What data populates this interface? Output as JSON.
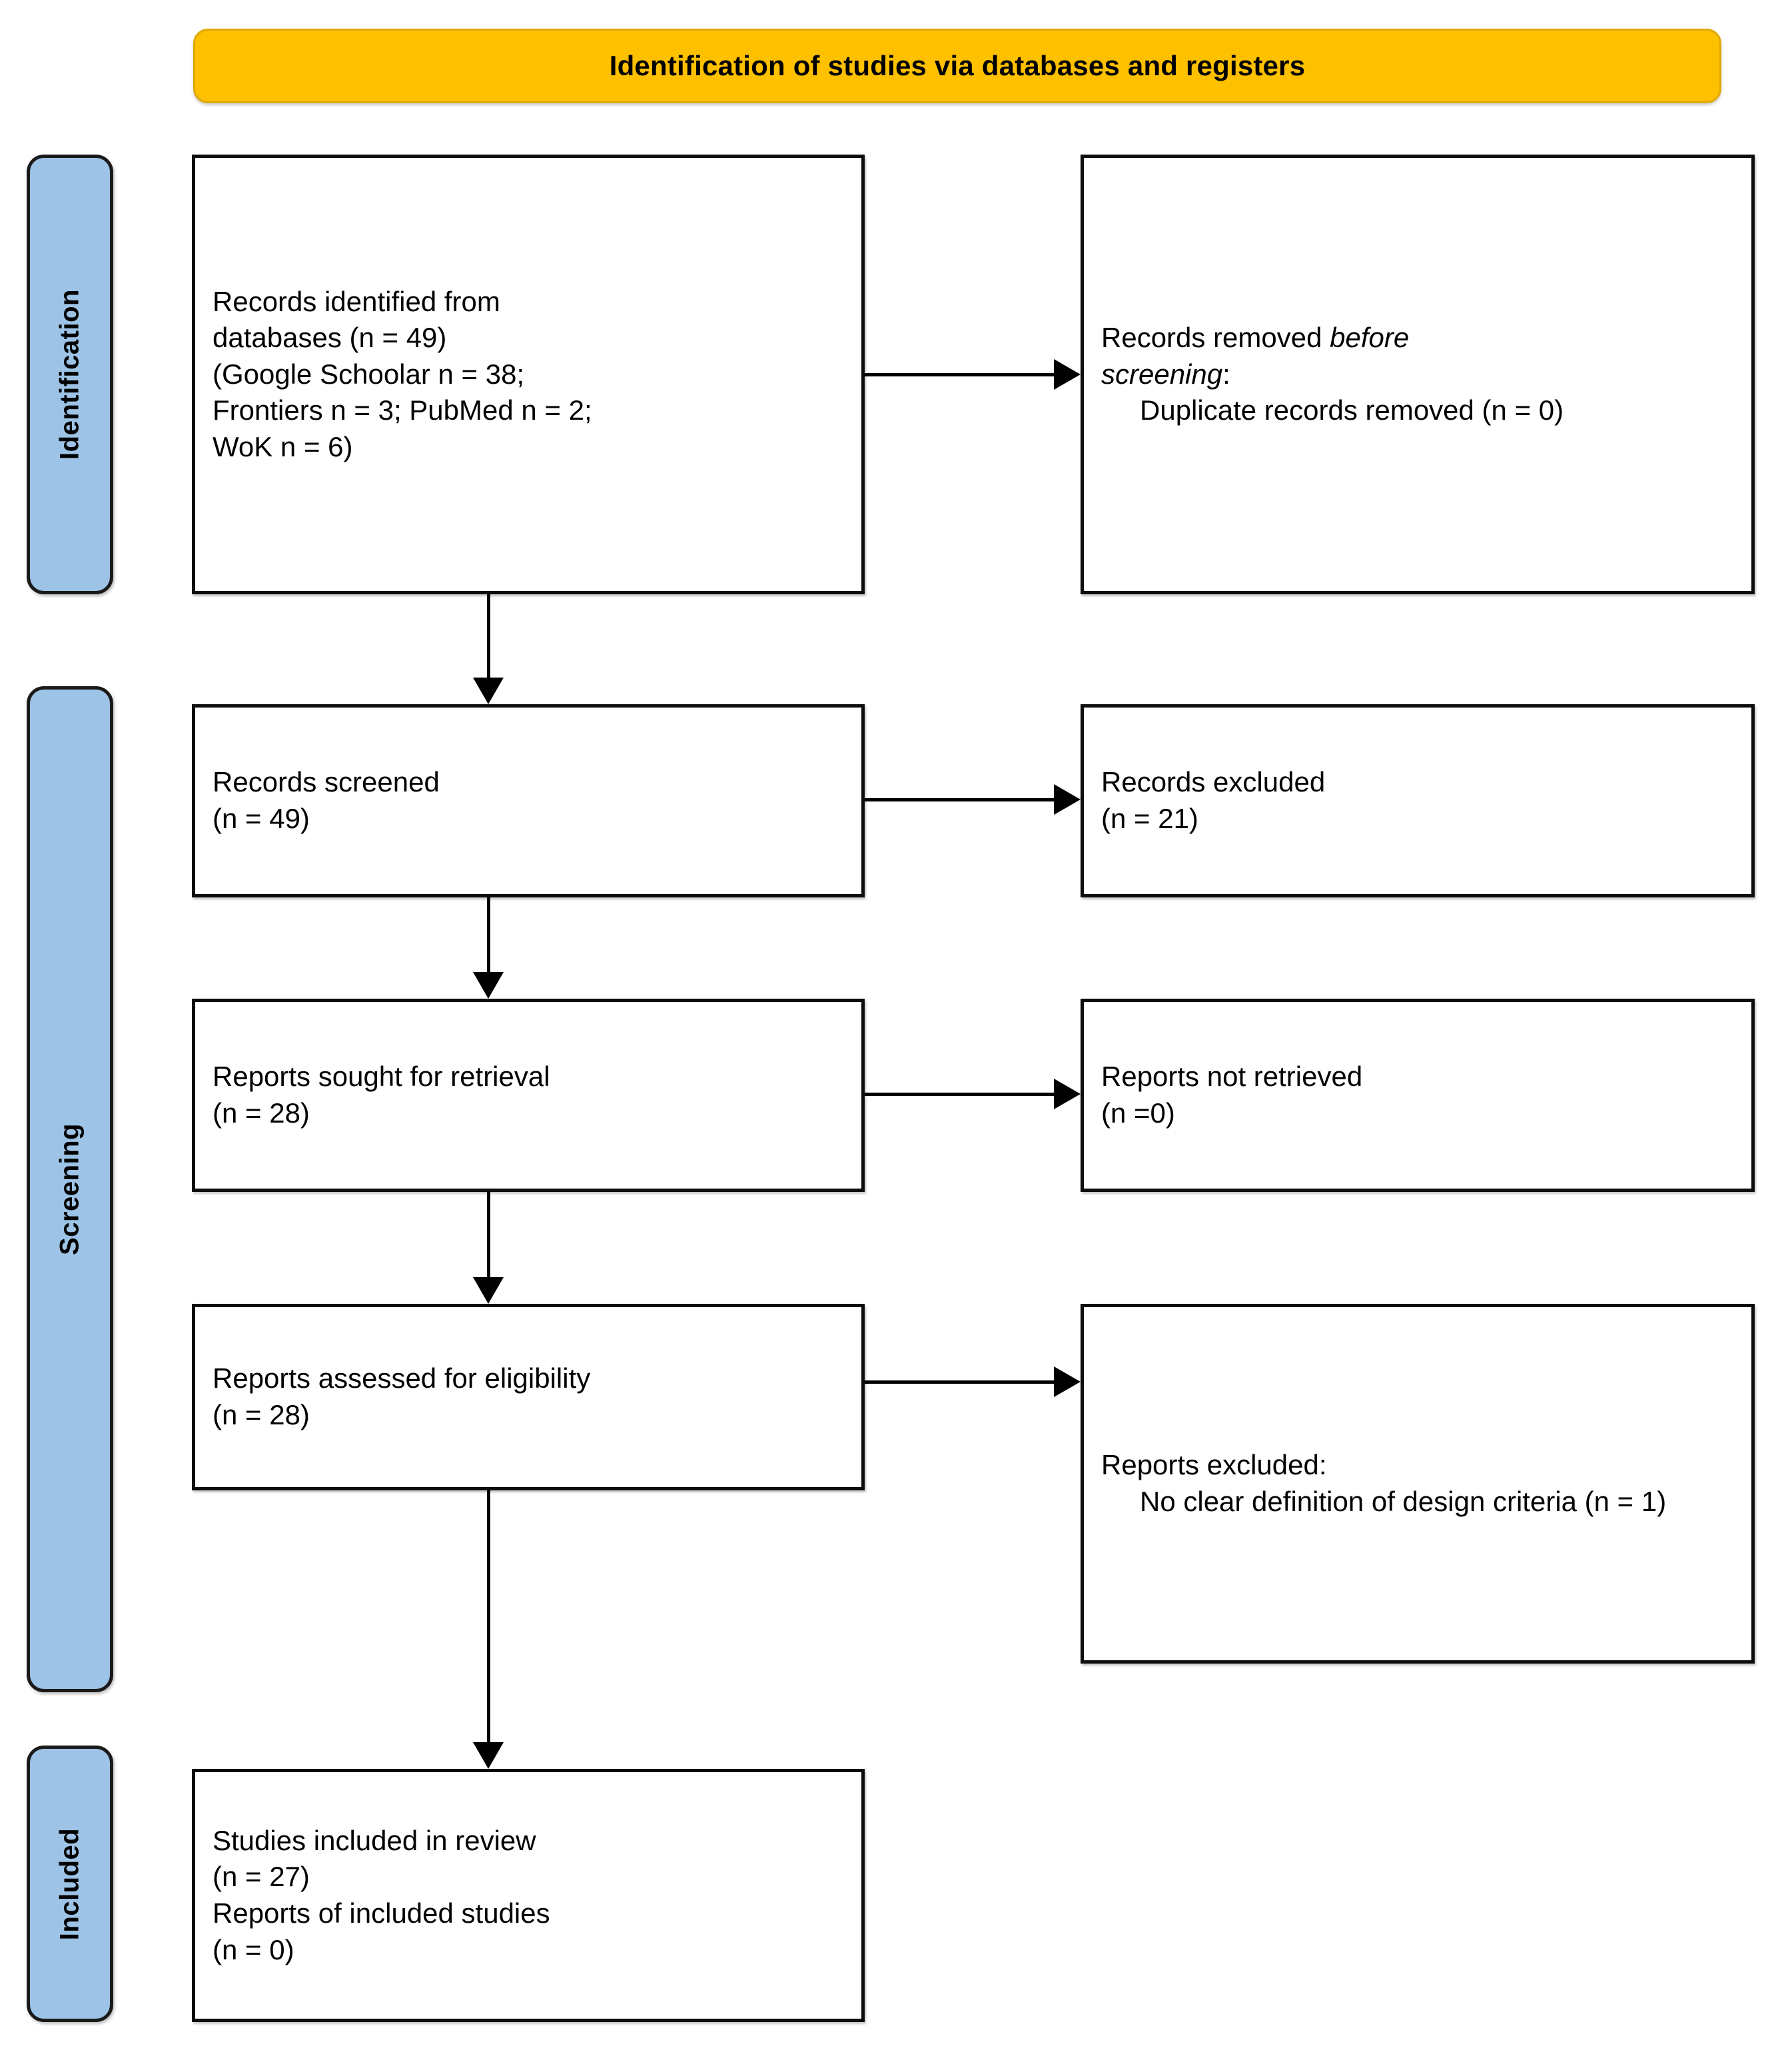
{
  "banner": {
    "title": "Identification of studies via databases and registers"
  },
  "colors": {
    "banner_background": "#FFC000",
    "banner_border": "#E0A800",
    "stage_background": "#9DC3E6",
    "stage_border": "#1A1A1A",
    "box_border": "#0D0D0D",
    "box_background": "#FFFFFF",
    "connector": "#000000",
    "text": "#000000"
  },
  "stages": [
    {
      "id": "identification",
      "label": "Identification"
    },
    {
      "id": "screening",
      "label": "Screening"
    },
    {
      "id": "included",
      "label": "Included"
    }
  ],
  "boxes": {
    "records_identified": {
      "lines": [
        "Records identified from",
        "databases (n = 49)",
        "(Google Schoolar n = 38;",
        "Frontiers n = 3; PubMed n = 2;",
        "WoK n = 6)"
      ]
    },
    "records_removed": {
      "line1_prefix": "Records removed ",
      "line1_italic": "before",
      "line2_italic": "screening",
      "line2_suffix": ":",
      "indented": "Duplicate records removed (n = 0)"
    },
    "records_screened": {
      "lines": [
        "Records screened",
        "(n = 49)"
      ]
    },
    "records_excluded": {
      "lines": [
        "Records excluded",
        "(n = 21)"
      ]
    },
    "reports_sought": {
      "lines": [
        "Reports sought for retrieval",
        "(n = 28)"
      ]
    },
    "reports_not_retrieved": {
      "lines": [
        "Reports not retrieved",
        "(n =0)"
      ]
    },
    "reports_assessed": {
      "lines": [
        "Reports assessed for eligibility",
        "(n = 28)"
      ]
    },
    "reports_excluded": {
      "heading": "Reports excluded:",
      "indented": "No clear definition of design criteria (n = 1)"
    },
    "studies_included": {
      "lines": [
        "Studies included in review",
        "(n = 27)",
        "Reports of included studies",
        "(n = 0)"
      ]
    }
  }
}
